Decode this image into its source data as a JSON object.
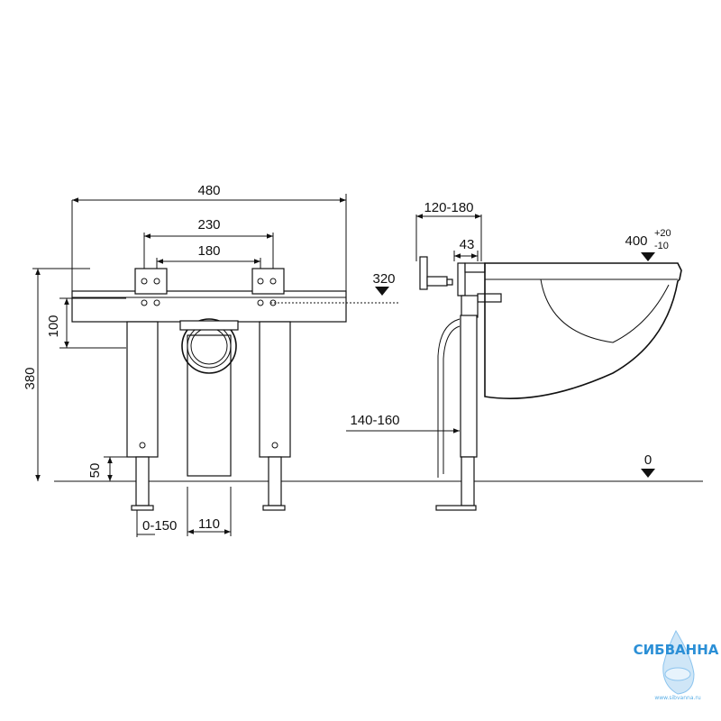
{
  "front_view": {
    "dim_overall_width": "480",
    "dim_bracket_spacing": "230",
    "dim_hole_spacing": "180",
    "dim_height": "380",
    "dim_frame_height": "100",
    "dim_foot_height": "50",
    "dim_foot_adjust": "0-150",
    "dim_drain_width": "110",
    "dim_drain_level": "320"
  },
  "side_view": {
    "dim_wall_gap": "120-180",
    "dim_bracket_depth": "43",
    "dim_basin_height": "400",
    "dim_tol_plus": "+20",
    "dim_tol_minus": "-10",
    "dim_leg_offset": "140-160",
    "dim_floor_level": "0"
  },
  "watermark": {
    "brand": "СИБВАННА",
    "url": "www.sibvanna.ru"
  }
}
